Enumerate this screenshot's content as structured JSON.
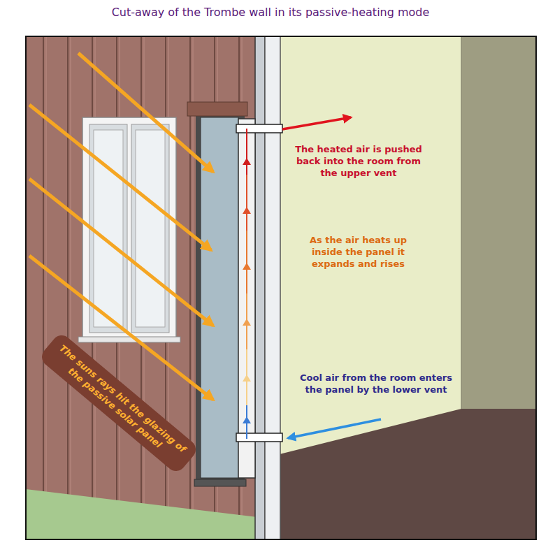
{
  "diagram": {
    "title": "Cut-away of the Trombe wall in its passive-heating mode",
    "nodes": [
      {
        "text": [
          "The suns rays hit the glazing of the passive solar panel"
        ]
      }
    ],
    "labels": [
      "The heated air is pushed back into the room from the upper vent",
      "As the air heats up inside the panel it expands and rises",
      "Cool air from the room enters the panel by the lower vent"
    ]
  }
}
